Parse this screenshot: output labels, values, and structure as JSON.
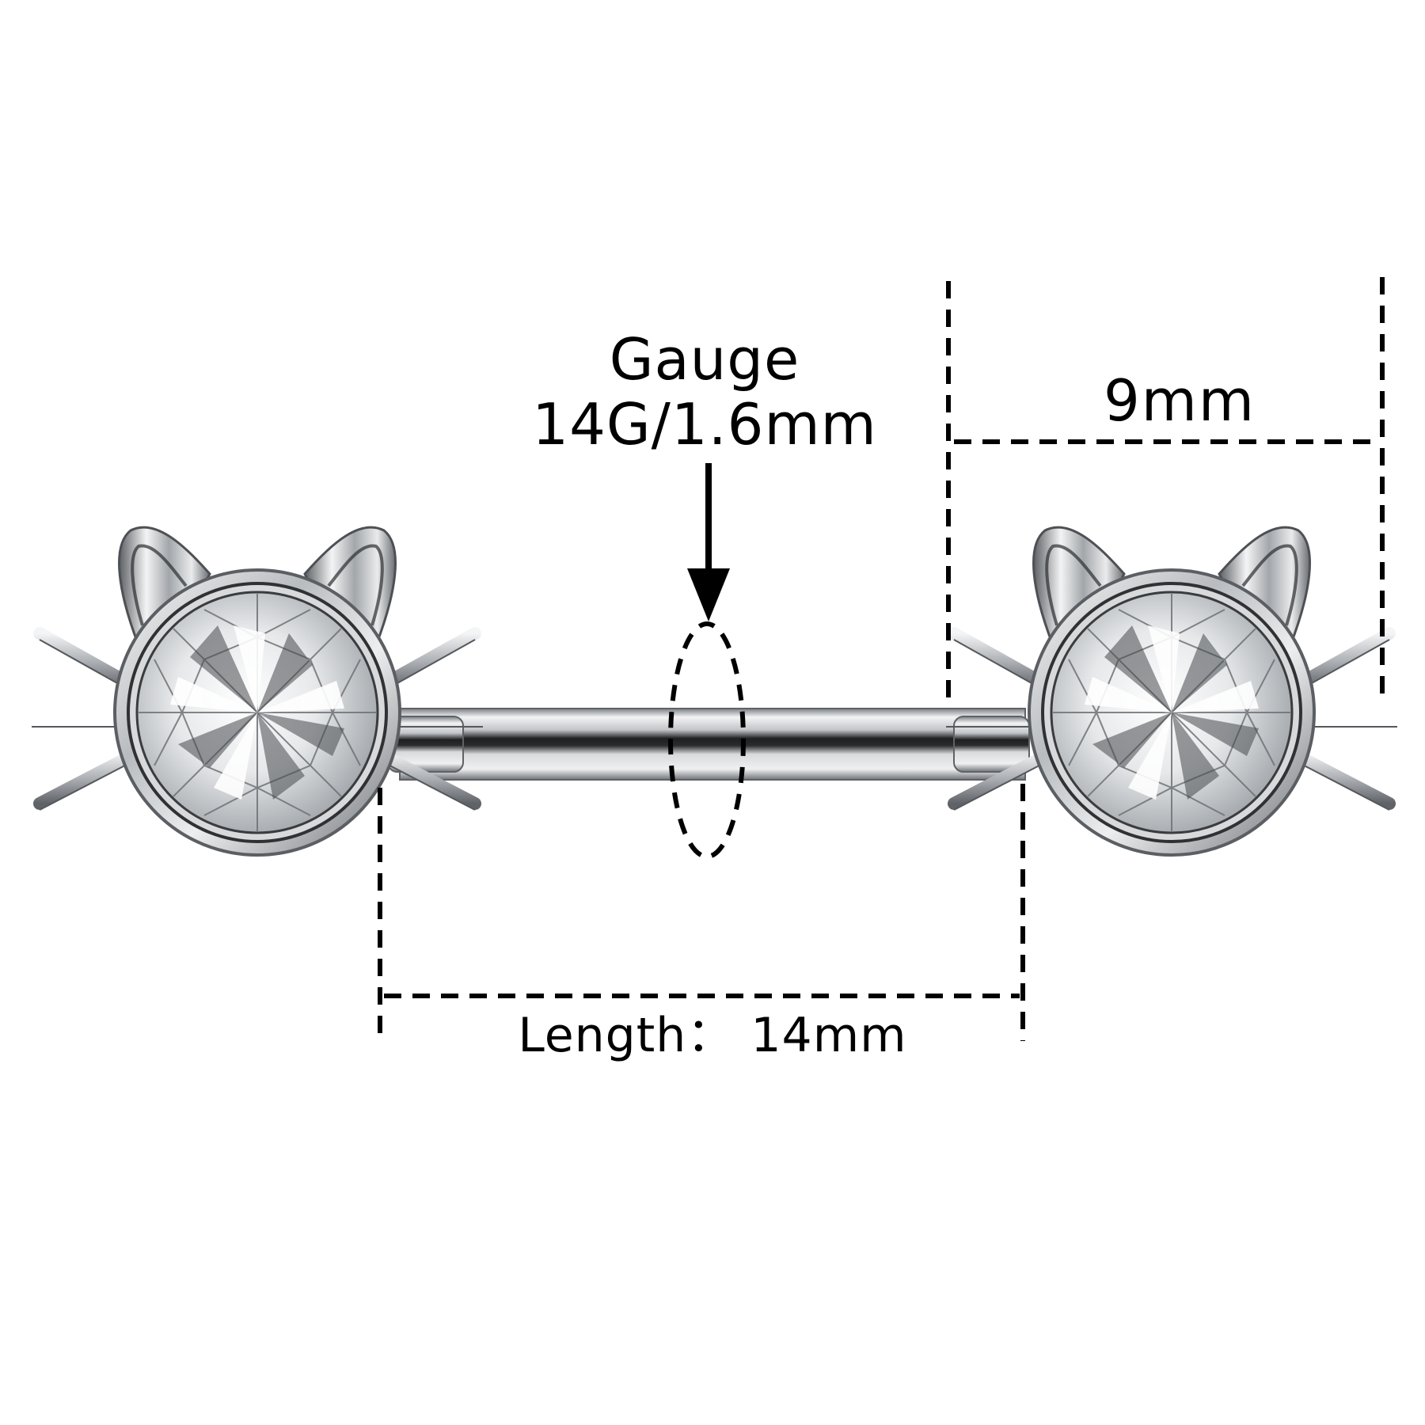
{
  "labels": {
    "gauge_title": "Gauge",
    "gauge_value": "14G/1.6mm",
    "head_width": "9mm",
    "length": "Length： 14mm"
  },
  "colors": {
    "metal": "#c9cbcd",
    "metal_dark": "#5a5d61",
    "metal_light": "#f4f5f6",
    "annotation": "#000000"
  },
  "icons": {
    "gem": "round-cz-gem-icon",
    "cat_head": "cat-head-icon"
  }
}
